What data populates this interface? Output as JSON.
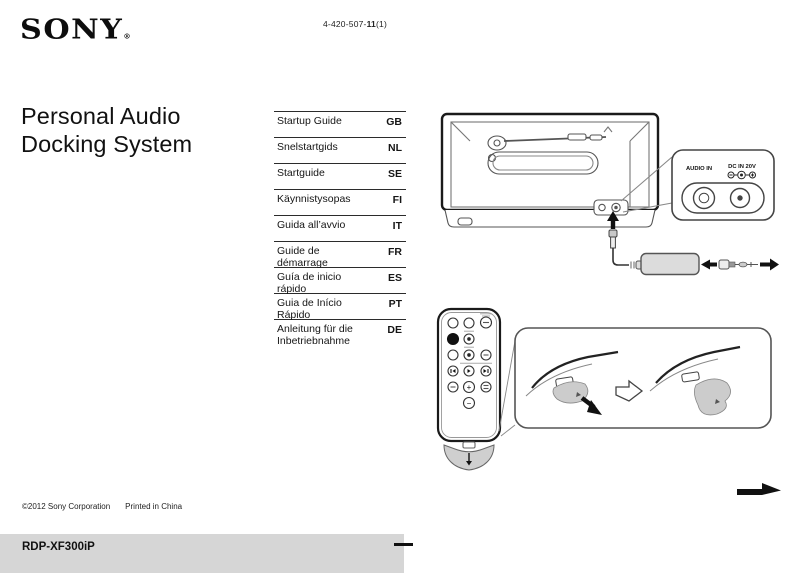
{
  "header": {
    "brand": "SONY",
    "registered_mark": "®",
    "doc_number_prefix": "4-420-507-",
    "doc_number_bold": "11",
    "doc_number_suffix": "(1)"
  },
  "title": {
    "line1": "Personal Audio",
    "line2": "Docking System"
  },
  "language_table": {
    "rows": [
      {
        "label": "Startup Guide",
        "code": "GB"
      },
      {
        "label": "Snelstartgids",
        "code": "NL"
      },
      {
        "label": "Startguide",
        "code": "SE"
      },
      {
        "label": "Käynnistysopas",
        "code": "FI"
      },
      {
        "label": "Guida all’avvio",
        "code": "IT"
      },
      {
        "label": "Guide de démarrage",
        "code": "FR"
      },
      {
        "label": "Guía de inicio rápido",
        "code": "ES"
      },
      {
        "label": "Guia de Início Rápido",
        "code": "PT"
      },
      {
        "label": "Anleitung für die Inbetriebnahme",
        "code": "DE"
      }
    ]
  },
  "device_illustration": {
    "audio_in_label": "AUDIO IN",
    "dc_in_label": "DC IN 20V"
  },
  "remote_illustration": {
    "vol_plus_label": "+",
    "vol_minus_label": "−"
  },
  "footer": {
    "copyright": "©2012 Sony Corporation",
    "printed_in": "Printed in China",
    "model": "RDP-XF300iP"
  }
}
